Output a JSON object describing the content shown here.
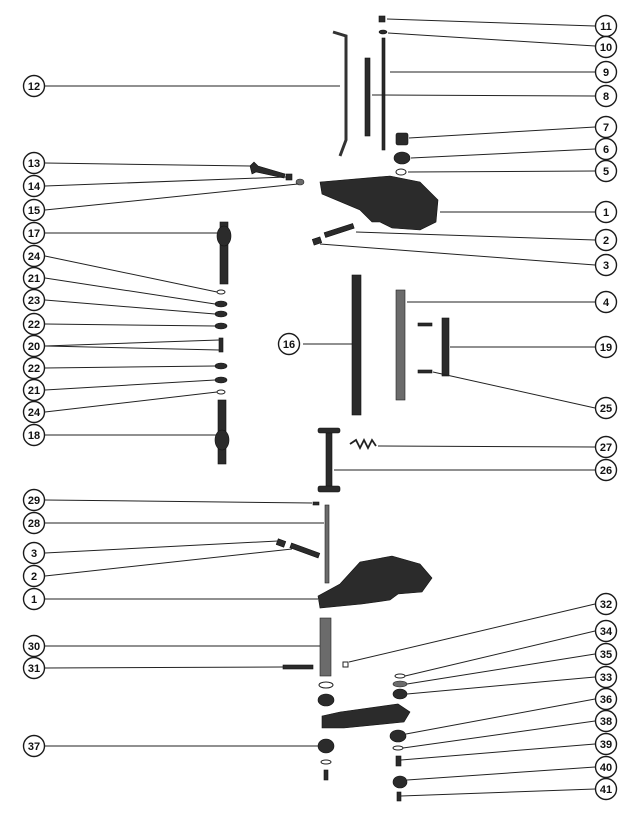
{
  "callouts": [
    {
      "id": "c11",
      "label": "11"
    },
    {
      "id": "c10",
      "label": "10"
    },
    {
      "id": "c9",
      "label": "9"
    },
    {
      "id": "c8",
      "label": "8"
    },
    {
      "id": "c7",
      "label": "7"
    },
    {
      "id": "c6",
      "label": "6"
    },
    {
      "id": "c5",
      "label": "5"
    },
    {
      "id": "c1a",
      "label": "1"
    },
    {
      "id": "c2a",
      "label": "2"
    },
    {
      "id": "c3a",
      "label": "3"
    },
    {
      "id": "c4",
      "label": "4"
    },
    {
      "id": "c19",
      "label": "19"
    },
    {
      "id": "c25",
      "label": "25"
    },
    {
      "id": "c27",
      "label": "27"
    },
    {
      "id": "c26",
      "label": "26"
    },
    {
      "id": "c12",
      "label": "12"
    },
    {
      "id": "c13",
      "label": "13"
    },
    {
      "id": "c14",
      "label": "14"
    },
    {
      "id": "c15",
      "label": "15"
    },
    {
      "id": "c17",
      "label": "17"
    },
    {
      "id": "c24a",
      "label": "24"
    },
    {
      "id": "c21a",
      "label": "21"
    },
    {
      "id": "c23",
      "label": "23"
    },
    {
      "id": "c22a",
      "label": "22"
    },
    {
      "id": "c20",
      "label": "20"
    },
    {
      "id": "c22b",
      "label": "22"
    },
    {
      "id": "c21b",
      "label": "21"
    },
    {
      "id": "c24b",
      "label": "24"
    },
    {
      "id": "c18",
      "label": "18"
    },
    {
      "id": "c16",
      "label": "16"
    },
    {
      "id": "c29",
      "label": "29"
    },
    {
      "id": "c28",
      "label": "28"
    },
    {
      "id": "c3b",
      "label": "3"
    },
    {
      "id": "c2b",
      "label": "2"
    },
    {
      "id": "c1b",
      "label": "1"
    },
    {
      "id": "c30",
      "label": "30"
    },
    {
      "id": "c31",
      "label": "31"
    },
    {
      "id": "c37",
      "label": "37"
    },
    {
      "id": "c32",
      "label": "32"
    },
    {
      "id": "c34",
      "label": "34"
    },
    {
      "id": "c35",
      "label": "35"
    },
    {
      "id": "c33",
      "label": "33"
    },
    {
      "id": "c36",
      "label": "36"
    },
    {
      "id": "c38",
      "label": "38"
    },
    {
      "id": "c39",
      "label": "39"
    },
    {
      "id": "c40",
      "label": "40"
    },
    {
      "id": "c41",
      "label": "41"
    }
  ]
}
